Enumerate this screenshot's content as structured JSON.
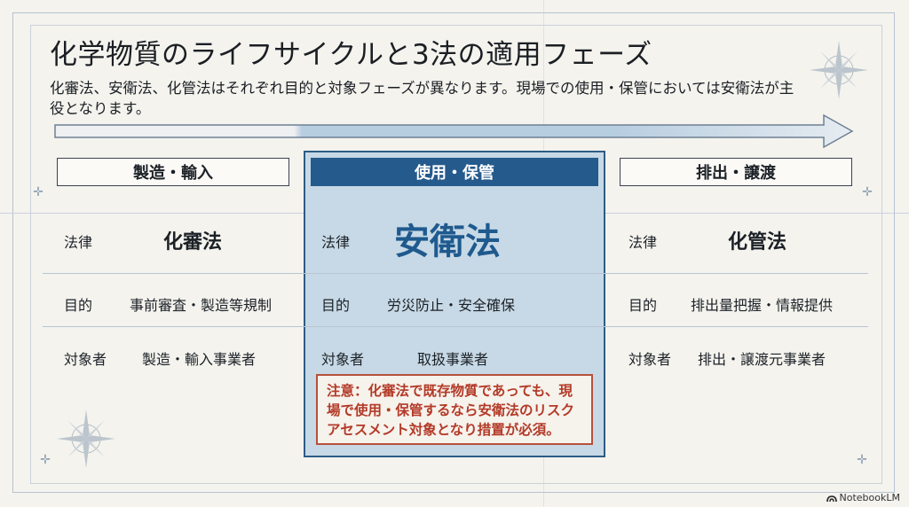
{
  "title": "化学物質のライフサイクルと3法の適用フェーズ",
  "subtitle": "化審法、安衛法、化管法はそれぞれ目的と対象フェーズが異なります。現場での使用・保管においては安衛法が主役となります。",
  "phases": [
    {
      "header": "製造・輸入",
      "law_label": "法律",
      "law": "化審法",
      "purpose_label": "目的",
      "purpose": "事前審査・製造等規制",
      "target_label": "対象者",
      "target": "製造・輸入事業者"
    },
    {
      "header": "使用・保管",
      "law_label": "法律",
      "law": "安衛法",
      "purpose_label": "目的",
      "purpose": "労災防止・安全確保",
      "target_label": "対象者",
      "target": "取扱事業者"
    },
    {
      "header": "排出・譲渡",
      "law_label": "法律",
      "law": "化管法",
      "purpose_label": "目的",
      "purpose": "排出量把握・情報提供",
      "target_label": "対象者",
      "target": "排出・譲渡元事業者"
    }
  ],
  "note": "注意：化審法で既存物質であっても、現場で使用・保管するなら安衛法のリスクアセスメント対象となり措置が必須。",
  "brand": "NotebookLM",
  "colors": {
    "accent": "#255a8c",
    "panel": "#c7d9e6",
    "warning": "#b33a27",
    "background": "#f4f3ee"
  }
}
